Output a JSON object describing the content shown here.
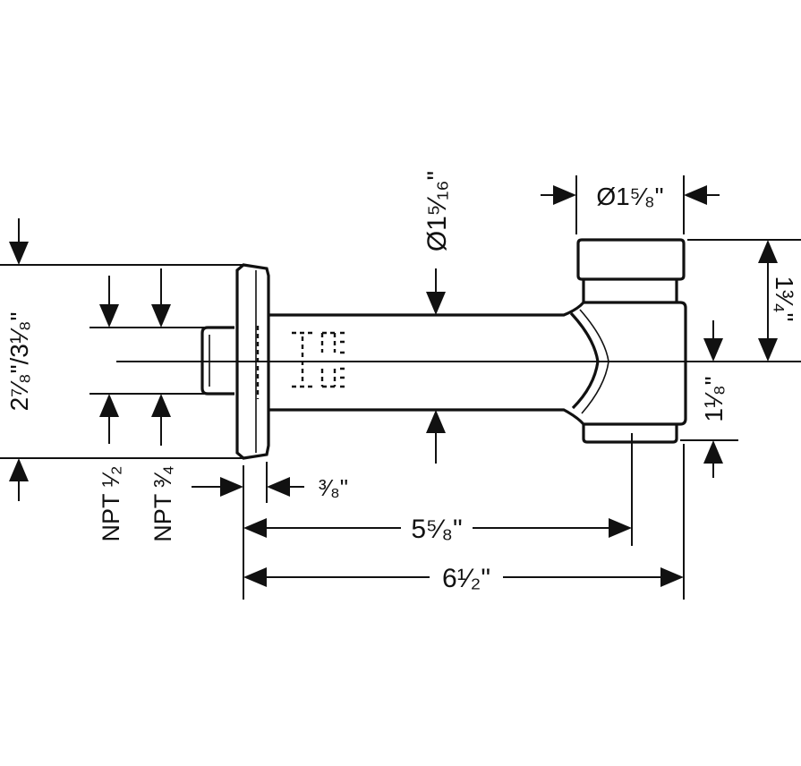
{
  "drawing": {
    "dimensions": {
      "spout_diameter": "Ø1⁵⁄₁₆\"",
      "outlet_diameter": "Ø1⁵⁄₈\"",
      "outlet_height": "1³⁄₄\"",
      "outlet_drop": "1¹⁄₈\"",
      "flange_height": "2⁷⁄₈\"/3¹⁄₈\"",
      "npt_half": "NPT ¹⁄₂",
      "npt_three_quarter": "NPT ³⁄₄",
      "flange_thickness": "³⁄₈\"",
      "reach_to_center": "5⁵⁄₈\"",
      "overall_length": "6¹⁄₂\""
    }
  }
}
